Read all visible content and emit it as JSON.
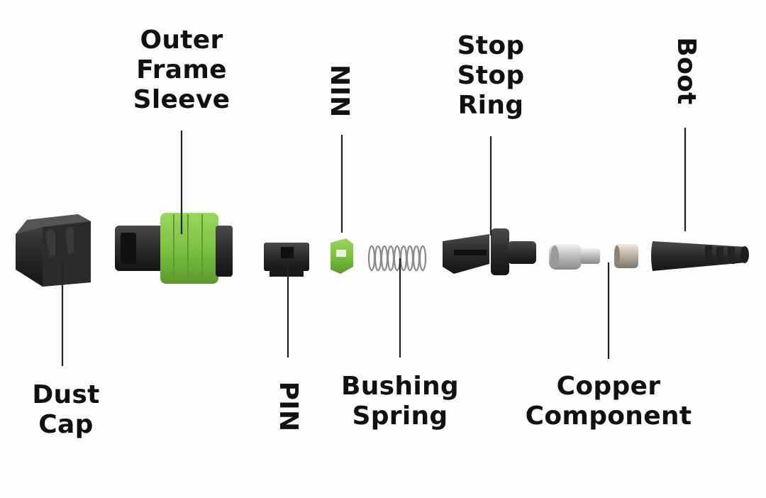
{
  "labels": {
    "dust_cap": [
      "Dust",
      "Cap"
    ],
    "outer_frame_sleeve": [
      "Outer",
      "Frame",
      "Sleeve"
    ],
    "nin": "NIN",
    "pin": "PIN",
    "bushing_spring": [
      "Bushing",
      "Spring"
    ],
    "stop_stop_ring": [
      "Stop",
      "Stop",
      "Ring"
    ],
    "copper_component": [
      "Copper",
      "Component"
    ],
    "boot": "Boot"
  },
  "colors": {
    "background": "#fdfdfd",
    "text": "#111111",
    "leader_line": "#222222",
    "part_black": "#2a2a2a",
    "part_green": "#7cc242",
    "part_metal": "#c8c8c8"
  }
}
